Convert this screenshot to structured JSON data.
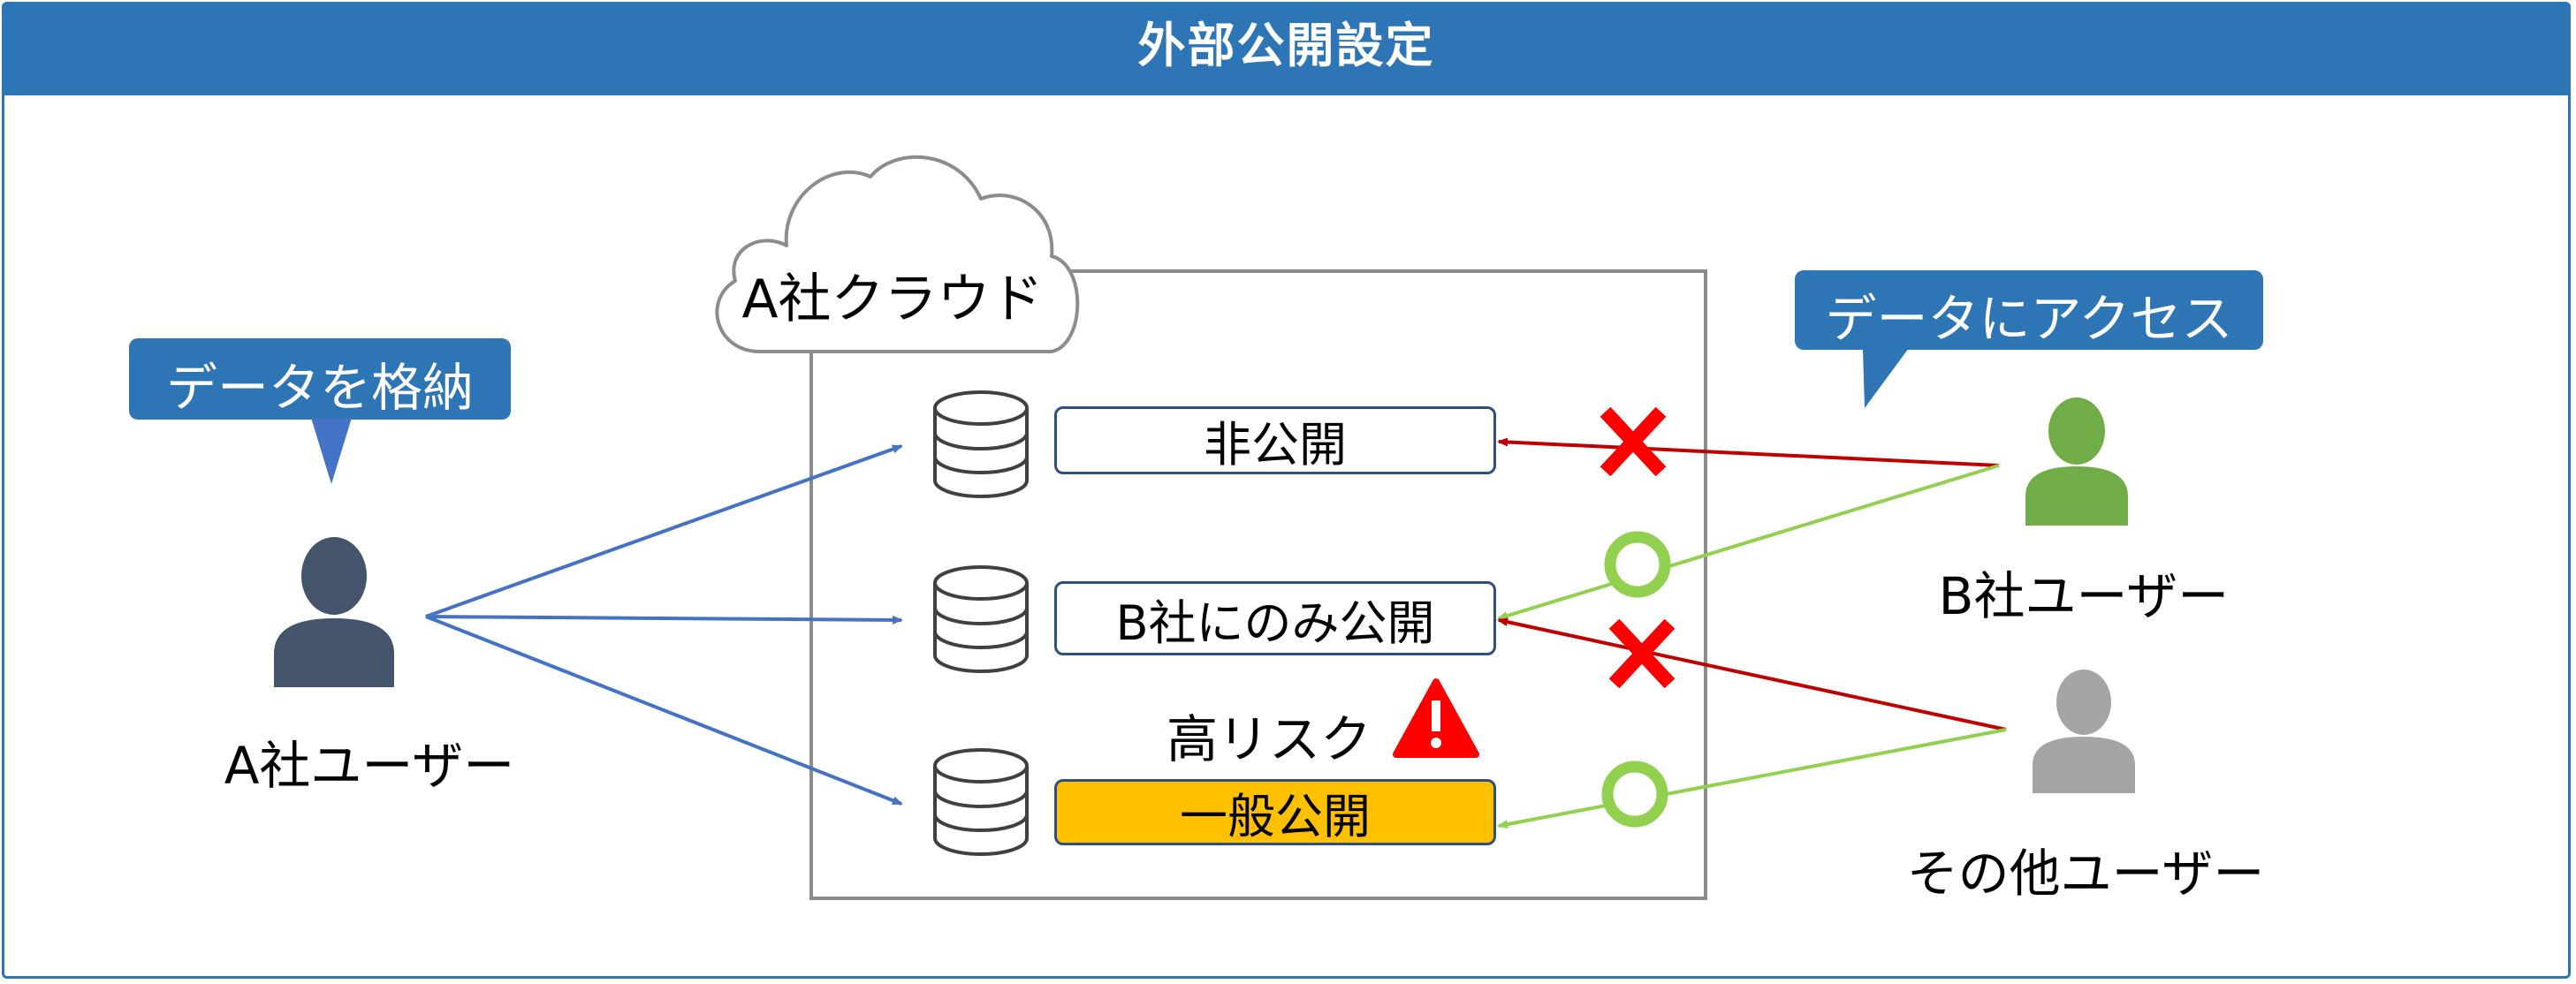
{
  "title": "外部公開設定",
  "cloud": {
    "label": "A社クラウド"
  },
  "bubbles": {
    "store": "データを格納",
    "access": "データにアクセス"
  },
  "users": {
    "company_a": "A社ユーザー",
    "company_b": "B社ユーザー",
    "other": "その他ユーザー"
  },
  "tiers": [
    {
      "label": "非公開"
    },
    {
      "label": "B社にのみ公開"
    },
    {
      "label": "一般公開"
    }
  ],
  "risk": {
    "label": "高リスク"
  },
  "colors": {
    "primary": "#2e75b6",
    "user_a": "#44546a",
    "user_b": "#70ad47",
    "user_other": "#a5a5a5",
    "denied": "#c00000",
    "denied_mark": "#ff0000",
    "allowed": "#92d050",
    "public_tier": "#ffc000",
    "warning": "#ff0000"
  }
}
